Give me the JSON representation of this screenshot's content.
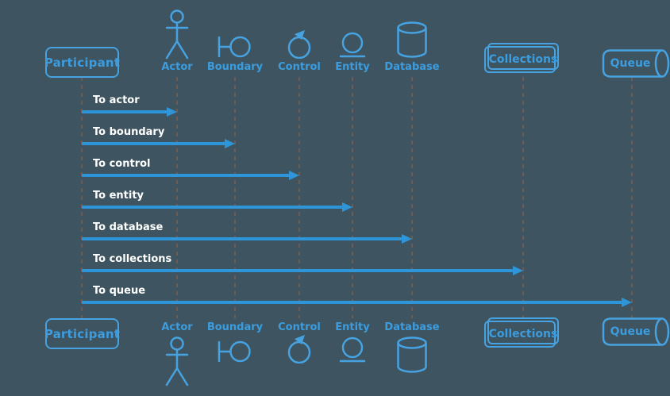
{
  "theme": {
    "background": "#3e5460",
    "accent": "#46a2e0",
    "arrow": "#2e96d8",
    "node_label": "#3b9ddf",
    "message_text": "#ffffff",
    "lifeline": "#6e5b55"
  },
  "participants": [
    {
      "label": "Participant",
      "type": "participant",
      "icon": "rounded-box-shape"
    },
    {
      "label": "Actor",
      "type": "actor",
      "icon": "actor-icon"
    },
    {
      "label": "Boundary",
      "type": "boundary",
      "icon": "boundary-icon"
    },
    {
      "label": "Control",
      "type": "control",
      "icon": "control-icon"
    },
    {
      "label": "Entity",
      "type": "entity",
      "icon": "entity-icon"
    },
    {
      "label": "Database",
      "type": "database",
      "icon": "database-cylinder-icon"
    },
    {
      "label": "Collections",
      "type": "collections",
      "icon": "stacked-box-shape"
    },
    {
      "label": "Queue",
      "type": "queue",
      "icon": "horizontal-cylinder-shape"
    }
  ],
  "messages": [
    {
      "label": "To actor",
      "from": "Participant",
      "to": "Actor"
    },
    {
      "label": "To boundary",
      "from": "Participant",
      "to": "Boundary"
    },
    {
      "label": "To control",
      "from": "Participant",
      "to": "Control"
    },
    {
      "label": "To entity",
      "from": "Participant",
      "to": "Entity"
    },
    {
      "label": "To database",
      "from": "Participant",
      "to": "Database"
    },
    {
      "label": "To collections",
      "from": "Participant",
      "to": "Collections"
    },
    {
      "label": "To queue",
      "from": "Participant",
      "to": "Queue"
    }
  ]
}
